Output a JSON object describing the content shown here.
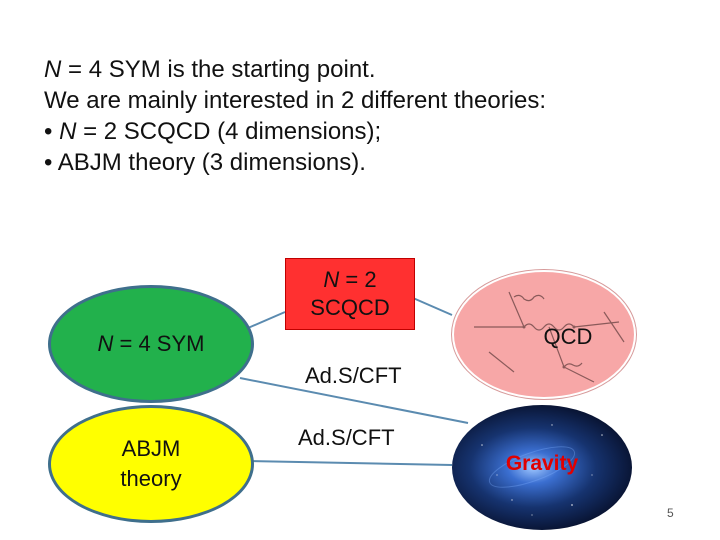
{
  "intro": {
    "line1": {
      "italic": "N",
      "text": " = 4 SYM is the starting point."
    },
    "line2": "We are mainly interested in 2 different theories:",
    "line3": {
      "bullet": "• ",
      "italic": "N",
      "text": " = 2 SCQCD (4 dimensions);"
    },
    "line4": "• ABJM theory (3 dimensions)."
  },
  "diagram": {
    "sym": {
      "italic": "N",
      "text": " = 4 SYM",
      "fill": "#22b14c"
    },
    "scqcd": {
      "italic": "N",
      "line1_rest": " = 2",
      "line2": "SCQCD",
      "fill": "#ff3030"
    },
    "qcd": {
      "label": "QCD",
      "fill": "#f7a7a7"
    },
    "abjm": {
      "line1": "ABJM",
      "line2": "theory",
      "fill": "#ffff00"
    },
    "adscft_upper": "Ad.S/CFT",
    "adscft_lower": "Ad.S/CFT",
    "gravity": {
      "label": "Gravity",
      "color": "#e00000"
    }
  },
  "page_number": "5"
}
